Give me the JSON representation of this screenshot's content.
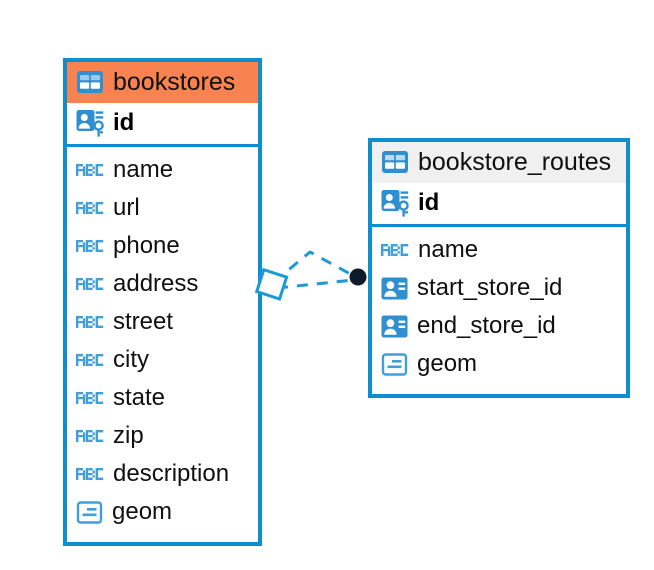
{
  "diagram": {
    "type": "entity-relationship-diagram",
    "background": "#ffffff",
    "border_color": "#0d8ecf",
    "accent_header_color": "#f98350",
    "neutral_header_color": "#f0f0f0",
    "connector_color": "#1b9ad6",
    "connector_endpoint_color": "#0d1b2a",
    "entities": [
      {
        "name": "bookstores",
        "header_style": "accent",
        "table_icon": "table-grid-icon",
        "primary_key": {
          "label": "id",
          "icon": "primary-key-icon"
        },
        "fields": [
          {
            "label": "name",
            "icon": "abc-text-icon"
          },
          {
            "label": "url",
            "icon": "abc-text-icon"
          },
          {
            "label": "phone",
            "icon": "abc-text-icon"
          },
          {
            "label": "address",
            "icon": "abc-text-icon"
          },
          {
            "label": "street",
            "icon": "abc-text-icon"
          },
          {
            "label": "city",
            "icon": "abc-text-icon"
          },
          {
            "label": "state",
            "icon": "abc-text-icon"
          },
          {
            "label": "zip",
            "icon": "abc-text-icon"
          },
          {
            "label": "description",
            "icon": "abc-text-icon"
          },
          {
            "label": "geom",
            "icon": "geometry-icon"
          }
        ]
      },
      {
        "name": "bookstore_routes",
        "header_style": "neutral",
        "table_icon": "table-grid-icon",
        "primary_key": {
          "label": "id",
          "icon": "primary-key-icon"
        },
        "fields": [
          {
            "label": "name",
            "icon": "abc-text-icon"
          },
          {
            "label": "start_store_id",
            "icon": "foreign-key-icon"
          },
          {
            "label": "end_store_id",
            "icon": "foreign-key-icon"
          },
          {
            "label": "geom",
            "icon": "geometry-icon"
          }
        ]
      }
    ],
    "relationship": {
      "from_entity": "bookstores",
      "to_entity": "bookstore_routes",
      "from_marker": "diamond",
      "to_marker": "filled-circle",
      "line_style": "dashed",
      "branches": 2
    }
  }
}
